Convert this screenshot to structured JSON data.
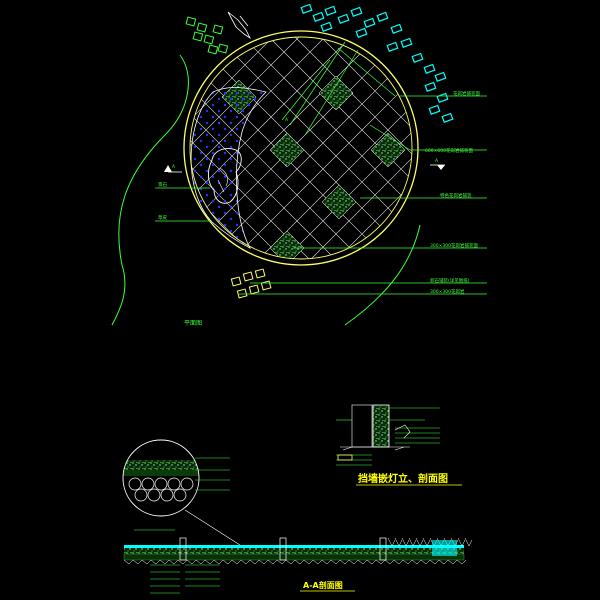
{
  "plan": {
    "title": "平面图",
    "labels": {
      "top_right": "花岗岩铺装面",
      "right_1": "600×600花岗岩铺装面",
      "right_2": "特色花岗岩铺装",
      "right_3": "300×300花岗岩铺装面",
      "right_4": "卵石铺装(详见图纸)",
      "right_5": "300×300花岗岩",
      "left_1": "景石",
      "left_2": "草皮",
      "center": "A"
    },
    "section_marks": [
      "A",
      "A"
    ]
  },
  "detail": {
    "title": "挡墙嵌灯立、剖面图"
  },
  "section": {
    "title": "A-A剖面图"
  },
  "colors": {
    "background": "#000000",
    "outline": "#ffff66",
    "grid": "#ffffff",
    "annotation": "#3cff3c",
    "stone": "#00ffff",
    "planting": "#2222ff",
    "title": "#ffff00"
  }
}
